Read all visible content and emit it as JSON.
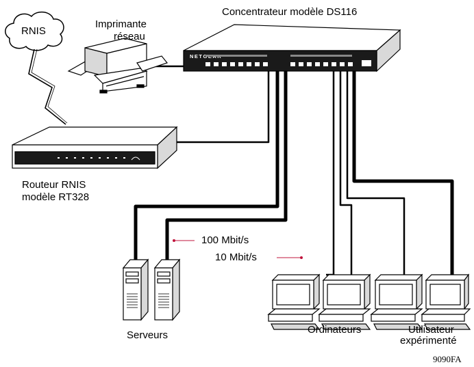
{
  "labels": {
    "hub": "Concentrateur modèle DS116",
    "printer_line1": "Imprimante",
    "printer_line2": "réseau",
    "cloud": "RNIS",
    "router_line1": "Routeur RNIS",
    "router_line2": "modèle RT328",
    "speed_100": "100 Mbit/s",
    "speed_10": "10 Mbit/s",
    "servers": "Serveurs",
    "computers": "Ordinateurs",
    "power_user_line1": "Utilisateur",
    "power_user_line2": "expérimenté",
    "figure_code": "9090FA",
    "brand": "NETGEAR"
  },
  "colors": {
    "line": "#000000",
    "legend_marker": "#c0143c",
    "device_fill": "#ffffff",
    "device_shade": "#d9d9d9",
    "panel_dark": "#1a1a1a"
  }
}
